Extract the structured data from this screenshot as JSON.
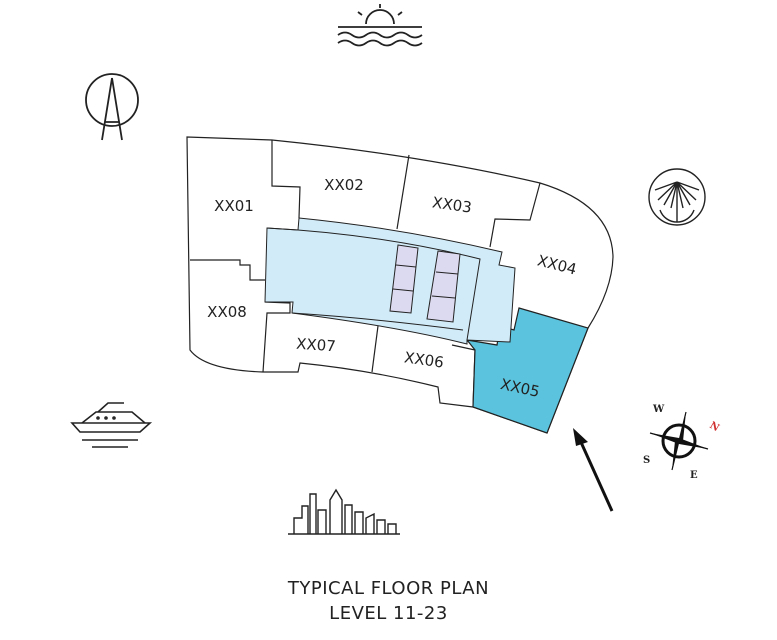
{
  "units": [
    {
      "id": "XX01",
      "highlight": false
    },
    {
      "id": "XX02",
      "highlight": false
    },
    {
      "id": "XX03",
      "highlight": false
    },
    {
      "id": "XX04",
      "highlight": false
    },
    {
      "id": "XX05",
      "highlight": true
    },
    {
      "id": "XX06",
      "highlight": false
    },
    {
      "id": "XX07",
      "highlight": false
    },
    {
      "id": "XX08",
      "highlight": false
    }
  ],
  "compass": {
    "n": "N",
    "e": "E",
    "s": "S",
    "w": "W"
  },
  "title": {
    "line1": "TYPICAL FLOOR PLAN",
    "line2": "LEVEL 11-23"
  },
  "icons": [
    "sea-sunset-icon",
    "ferris-wheel-icon",
    "palm-island-icon",
    "yacht-icon",
    "city-skyline-icon",
    "compass-icon",
    "direction-arrow-icon"
  ],
  "colors": {
    "highlight": "#5bc3dd",
    "core": "#d2ebf8",
    "lift": "#dcdaf0",
    "line": "#222222",
    "north": "#d03030"
  }
}
